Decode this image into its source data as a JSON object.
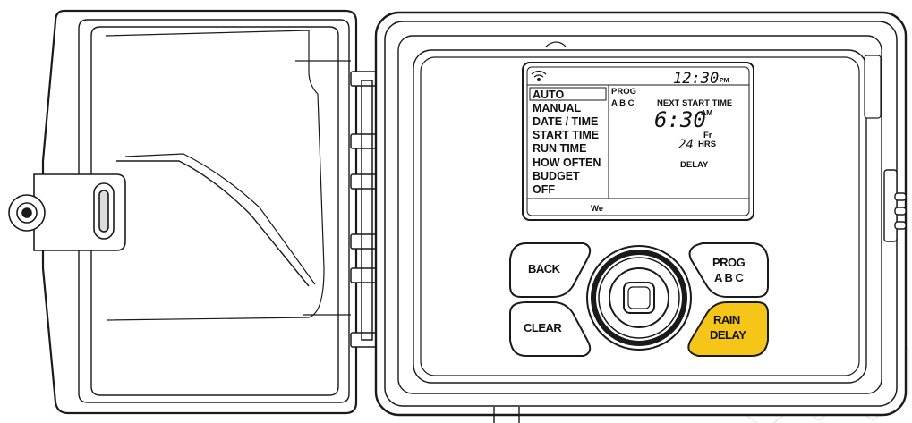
{
  "lcd": {
    "clock": "12:30",
    "clock_period": "PM",
    "menu": [
      "AUTO",
      "MANUAL",
      "DATE / TIME",
      "START TIME",
      "RUN TIME",
      "HOW OFTEN",
      "BUDGET",
      "OFF"
    ],
    "selected_menu": "AUTO",
    "prog_label": "PROG",
    "prog_letters": "A B C",
    "next_start_label": "NEXT START TIME",
    "next_start_time": "6:30",
    "next_start_period": "AM",
    "day_label": "Fr",
    "hours_value": "24",
    "hours_unit": "HRS",
    "delay_label": "DELAY",
    "weekday": "We"
  },
  "buttons": {
    "back": "BACK",
    "clear": "CLEAR",
    "prog_line1": "PROG",
    "prog_line2": "A B C",
    "rain_line1": "RAIN",
    "rain_line2": "DELAY"
  },
  "colors": {
    "rain_delay": "#f5c518",
    "outline": "#1a1a1a",
    "lcd_bg": "#ffffff"
  },
  "icons": {
    "wifi": "wifi-icon",
    "center": "select-button"
  }
}
